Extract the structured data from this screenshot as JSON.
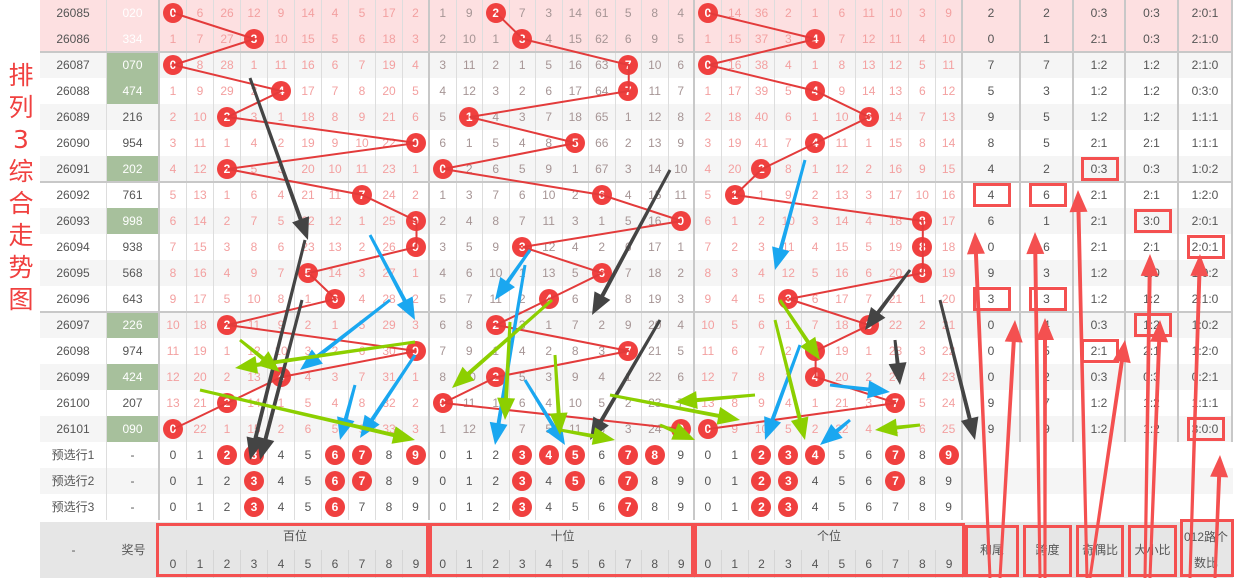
{
  "title": "排列3综合走势图",
  "headers": {
    "left": "-",
    "number": "奖号",
    "hundreds": "百位",
    "tens": "十位",
    "units": "个位",
    "sum_tail": "和尾",
    "span": "跨度",
    "odd_even": "奇偶比",
    "big_small": "大小比",
    "route012_line1": "012路个",
    "route012_line2": "数比",
    "digits": [
      "0",
      "1",
      "2",
      "3",
      "4",
      "5",
      "6",
      "7",
      "8",
      "9"
    ]
  },
  "rows": [
    {
      "period": "26085",
      "number": "020",
      "style": "pink",
      "hundreds": [
        0,
        6,
        26,
        12,
        9,
        14,
        4,
        5,
        17,
        2
      ],
      "tens": [
        1,
        9,
        2,
        7,
        3,
        14,
        61,
        5,
        8,
        4
      ],
      "units": [
        0,
        14,
        36,
        2,
        1,
        6,
        11,
        10,
        3,
        9
      ],
      "sum_tail": "2",
      "span": "2",
      "odd_even": "0:3",
      "big_small": "0:3",
      "route012": "2:0:1",
      "marked": []
    },
    {
      "period": "26086",
      "number": "334",
      "style": "pink",
      "hundreds": [
        1,
        7,
        27,
        3,
        10,
        15,
        5,
        6,
        18,
        3
      ],
      "tens": [
        2,
        10,
        1,
        3,
        4,
        15,
        62,
        6,
        9,
        5
      ],
      "units": [
        1,
        15,
        37,
        3,
        4,
        7,
        12,
        11,
        4,
        10
      ],
      "sum_tail": "0",
      "span": "1",
      "odd_even": "2:1",
      "big_small": "0:3",
      "route012": "2:1:0",
      "marked": []
    },
    {
      "period": "26087",
      "number": "070",
      "style": "green",
      "hundreds": [
        0,
        8,
        28,
        1,
        11,
        16,
        6,
        7,
        19,
        4
      ],
      "tens": [
        3,
        11,
        2,
        1,
        5,
        16,
        63,
        7,
        10,
        6
      ],
      "units": [
        0,
        16,
        38,
        4,
        1,
        8,
        13,
        12,
        5,
        11
      ],
      "sum_tail": "7",
      "span": "7",
      "odd_even": "1:2",
      "big_small": "1:2",
      "route012": "2:1:0",
      "marked": []
    },
    {
      "period": "26088",
      "number": "474",
      "style": "green",
      "hundreds": [
        1,
        9,
        29,
        2,
        4,
        17,
        7,
        8,
        20,
        5
      ],
      "tens": [
        4,
        12,
        3,
        2,
        6,
        17,
        64,
        7,
        11,
        7
      ],
      "units": [
        1,
        17,
        39,
        5,
        4,
        9,
        14,
        13,
        6,
        12
      ],
      "sum_tail": "5",
      "span": "3",
      "odd_even": "1:2",
      "big_small": "1:2",
      "route012": "0:3:0",
      "marked": []
    },
    {
      "period": "26089",
      "number": "216",
      "style": "",
      "hundreds": [
        2,
        10,
        2,
        3,
        1,
        18,
        8,
        9,
        21,
        6
      ],
      "tens": [
        5,
        1,
        4,
        3,
        7,
        18,
        65,
        1,
        12,
        8
      ],
      "units": [
        2,
        18,
        40,
        6,
        1,
        10,
        6,
        14,
        7,
        13
      ],
      "sum_tail": "9",
      "span": "5",
      "odd_even": "1:2",
      "big_small": "1:2",
      "route012": "1:1:1",
      "marked": []
    },
    {
      "period": "26090",
      "number": "954",
      "style": "",
      "hundreds": [
        3,
        11,
        1,
        4,
        2,
        19,
        9,
        10,
        22,
        9
      ],
      "tens": [
        6,
        1,
        5,
        4,
        8,
        5,
        66,
        2,
        13,
        9
      ],
      "units": [
        3,
        19,
        41,
        7,
        4,
        11,
        1,
        15,
        8,
        14
      ],
      "sum_tail": "8",
      "span": "5",
      "odd_even": "2:1",
      "big_small": "2:1",
      "route012": "1:1:1",
      "marked": []
    },
    {
      "period": "26091",
      "number": "202",
      "style": "green",
      "hundreds": [
        4,
        12,
        2,
        5,
        3,
        20,
        10,
        11,
        23,
        1
      ],
      "tens": [
        0,
        2,
        6,
        5,
        9,
        1,
        67,
        3,
        14,
        10
      ],
      "units": [
        4,
        20,
        2,
        8,
        1,
        12,
        2,
        16,
        9,
        15
      ],
      "sum_tail": "4",
      "span": "2",
      "odd_even": "0:3",
      "big_small": "0:3",
      "route012": "1:0:2",
      "marked": [
        "odd_even"
      ]
    },
    {
      "period": "26092",
      "number": "761",
      "style": "",
      "hundreds": [
        5,
        13,
        1,
        6,
        4,
        21,
        11,
        7,
        24,
        2
      ],
      "tens": [
        1,
        3,
        7,
        6,
        10,
        2,
        6,
        4,
        15,
        11
      ],
      "units": [
        5,
        1,
        1,
        9,
        2,
        13,
        3,
        17,
        10,
        16
      ],
      "sum_tail": "4",
      "span": "6",
      "odd_even": "2:1",
      "big_small": "2:1",
      "route012": "1:2:0",
      "marked": [
        "sum_tail",
        "span"
      ]
    },
    {
      "period": "26093",
      "number": "998",
      "style": "green",
      "hundreds": [
        6,
        14,
        2,
        7,
        5,
        22,
        12,
        1,
        25,
        9
      ],
      "tens": [
        2,
        4,
        8,
        7,
        11,
        3,
        1,
        5,
        16,
        9
      ],
      "units": [
        6,
        1,
        2,
        10,
        3,
        14,
        4,
        18,
        8,
        17
      ],
      "sum_tail": "6",
      "span": "1",
      "odd_even": "2:1",
      "big_small": "3:0",
      "route012": "2:0:1",
      "marked": [
        "big_small"
      ]
    },
    {
      "period": "26094",
      "number": "938",
      "style": "",
      "hundreds": [
        7,
        15,
        3,
        8,
        6,
        23,
        13,
        2,
        26,
        9
      ],
      "tens": [
        3,
        5,
        9,
        3,
        12,
        4,
        2,
        6,
        17,
        1
      ],
      "units": [
        7,
        2,
        3,
        11,
        4,
        15,
        5,
        19,
        8,
        18
      ],
      "sum_tail": "0",
      "span": "6",
      "odd_even": "2:1",
      "big_small": "2:1",
      "route012": "2:0:1",
      "marked": [
        "route012"
      ]
    },
    {
      "period": "26095",
      "number": "568",
      "style": "",
      "hundreds": [
        8,
        16,
        4,
        9,
        7,
        5,
        14,
        3,
        27,
        1
      ],
      "tens": [
        4,
        6,
        10,
        1,
        13,
        5,
        6,
        7,
        18,
        2
      ],
      "units": [
        8,
        3,
        4,
        12,
        5,
        16,
        6,
        20,
        8,
        19
      ],
      "sum_tail": "9",
      "span": "3",
      "odd_even": "1:2",
      "big_small": "3:0",
      "route012": "1:0:2",
      "marked": []
    },
    {
      "period": "26096",
      "number": "643",
      "style": "",
      "hundreds": [
        9,
        17,
        5,
        10,
        8,
        1,
        6,
        4,
        28,
        2
      ],
      "tens": [
        5,
        7,
        11,
        2,
        4,
        6,
        1,
        8,
        19,
        3
      ],
      "units": [
        9,
        4,
        5,
        3,
        6,
        17,
        7,
        21,
        1,
        20
      ],
      "sum_tail": "3",
      "span": "3",
      "odd_even": "1:2",
      "big_small": "1:2",
      "route012": "2:1:0",
      "marked": [
        "sum_tail",
        "span"
      ]
    },
    {
      "period": "26097",
      "number": "226",
      "style": "green",
      "hundreds": [
        10,
        18,
        2,
        11,
        9,
        2,
        1,
        5,
        29,
        3
      ],
      "tens": [
        6,
        8,
        2,
        3,
        1,
        7,
        2,
        9,
        20,
        4
      ],
      "units": [
        10,
        5,
        6,
        1,
        7,
        18,
        6,
        22,
        2,
        21
      ],
      "sum_tail": "0",
      "span": "4",
      "odd_even": "0:3",
      "big_small": "1:2",
      "route012": "1:0:2",
      "marked": [
        "big_small"
      ]
    },
    {
      "period": "26098",
      "number": "974",
      "style": "",
      "hundreds": [
        11,
        19,
        1,
        12,
        10,
        3,
        2,
        6,
        30,
        9
      ],
      "tens": [
        7,
        9,
        1,
        4,
        2,
        8,
        3,
        7,
        21,
        5
      ],
      "units": [
        11,
        6,
        7,
        2,
        4,
        19,
        1,
        23,
        3,
        22
      ],
      "sum_tail": "0",
      "span": "5",
      "odd_even": "2:1",
      "big_small": "2:1",
      "route012": "1:2:0",
      "marked": [
        "odd_even"
      ]
    },
    {
      "period": "26099",
      "number": "424",
      "style": "green",
      "hundreds": [
        12,
        20,
        2,
        13,
        4,
        4,
        3,
        7,
        31,
        1
      ],
      "tens": [
        8,
        10,
        2,
        5,
        3,
        9,
        4,
        1,
        22,
        6
      ],
      "units": [
        12,
        7,
        8,
        3,
        4,
        20,
        2,
        24,
        4,
        23
      ],
      "sum_tail": "0",
      "span": "2",
      "odd_even": "0:3",
      "big_small": "0:3",
      "route012": "0:2:1",
      "marked": []
    },
    {
      "period": "26100",
      "number": "207",
      "style": "",
      "hundreds": [
        13,
        21,
        2,
        14,
        1,
        5,
        4,
        8,
        32,
        2
      ],
      "tens": [
        0,
        11,
        1,
        6,
        4,
        10,
        5,
        2,
        23,
        7
      ],
      "units": [
        13,
        8,
        9,
        4,
        1,
        21,
        3,
        7,
        5,
        24
      ],
      "sum_tail": "9",
      "span": "7",
      "odd_even": "1:2",
      "big_small": "1:2",
      "route012": "1:1:1",
      "marked": []
    },
    {
      "period": "26101",
      "number": "090",
      "style": "green",
      "hundreds": [
        0,
        22,
        1,
        15,
        2,
        6,
        5,
        9,
        33,
        3
      ],
      "tens": [
        1,
        12,
        2,
        7,
        5,
        11,
        6,
        3,
        24,
        9
      ],
      "units": [
        0,
        9,
        10,
        5,
        2,
        22,
        4,
        1,
        6,
        25
      ],
      "sum_tail": "9",
      "span": "9",
      "odd_even": "1:2",
      "big_small": "1:2",
      "route012": "3:0:0",
      "marked": [
        "route012"
      ]
    }
  ],
  "preselect": [
    {
      "label": "预选行1",
      "number": "-",
      "hundreds_balls": [
        2,
        3,
        6,
        7,
        9
      ],
      "tens_balls": [
        3,
        4,
        5,
        7,
        8
      ],
      "units_balls": [
        2,
        3,
        4,
        7,
        9
      ]
    },
    {
      "label": "预选行2",
      "number": "-",
      "hundreds_balls": [
        3,
        6,
        7
      ],
      "tens_balls": [
        3,
        5,
        7
      ],
      "units_balls": [
        2,
        3,
        7
      ]
    },
    {
      "label": "预选行3",
      "number": "-",
      "hundreds_balls": [
        3,
        6
      ],
      "tens_balls": [
        3,
        7
      ],
      "units_balls": [
        2,
        3
      ]
    }
  ],
  "colors": {
    "ball": "#f0403f",
    "green_cell": "#a7c09c",
    "pink_row": "#fde0e1",
    "arrow_black": "#444444",
    "arrow_blue": "#1aa7f0",
    "arrow_green": "#8ccf00",
    "arrow_red": "#f45050"
  }
}
